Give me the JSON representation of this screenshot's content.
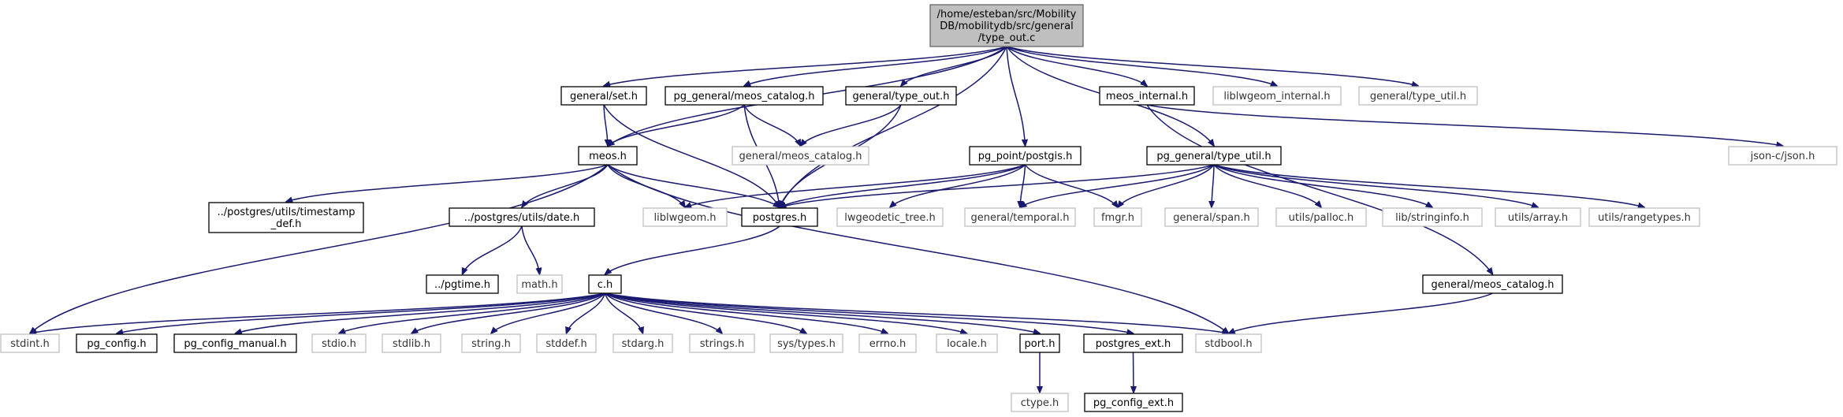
{
  "colors": {
    "edge": "#191970",
    "root_fill": "#bfbfbf",
    "documented_border": "#000000",
    "undocumented_border": "#bfbfbf",
    "background": "#ffffff"
  },
  "nodes": {
    "root": {
      "lines": [
        "/home/esteban/src/Mobility",
        "DB/mobilitydb/src/general",
        "/type_out.c"
      ],
      "kind": "root"
    },
    "general_set_h": {
      "lines": [
        "general/set.h"
      ],
      "kind": "documented"
    },
    "pg_general_meos_catalog_h": {
      "lines": [
        "pg_general/meos_catalog.h"
      ],
      "kind": "documented"
    },
    "general_type_out_h": {
      "lines": [
        "general/type_out.h"
      ],
      "kind": "documented"
    },
    "meos_internal_h": {
      "lines": [
        "meos_internal.h"
      ],
      "kind": "documented"
    },
    "liblwgeom_internal_h": {
      "lines": [
        "liblwgeom_internal.h"
      ],
      "kind": "undocumented"
    },
    "general_type_util_h": {
      "lines": [
        "general/type_util.h"
      ],
      "kind": "undocumented"
    },
    "meos_h": {
      "lines": [
        "meos.h"
      ],
      "kind": "documented"
    },
    "general_meos_catalog_h_a": {
      "lines": [
        "general/meos_catalog.h"
      ],
      "kind": "undocumented"
    },
    "pg_point_postgis_h": {
      "lines": [
        "pg_point/postgis.h"
      ],
      "kind": "documented"
    },
    "pg_general_type_util_h": {
      "lines": [
        "pg_general/type_util.h"
      ],
      "kind": "documented"
    },
    "json_h": {
      "lines": [
        "json-c/json.h"
      ],
      "kind": "undocumented"
    },
    "timestamp_def_h": {
      "lines": [
        "../postgres/utils/timestamp",
        "_def.h"
      ],
      "kind": "documented"
    },
    "date_h": {
      "lines": [
        "../postgres/utils/date.h"
      ],
      "kind": "documented"
    },
    "liblwgeom_h": {
      "lines": [
        "liblwgeom.h"
      ],
      "kind": "undocumented"
    },
    "postgres_h": {
      "lines": [
        "postgres.h"
      ],
      "kind": "documented"
    },
    "lwgeodetic_tree_h": {
      "lines": [
        "lwgeodetic_tree.h"
      ],
      "kind": "undocumented"
    },
    "general_temporal_h": {
      "lines": [
        "general/temporal.h"
      ],
      "kind": "undocumented"
    },
    "fmgr_h": {
      "lines": [
        "fmgr.h"
      ],
      "kind": "undocumented"
    },
    "general_span_h": {
      "lines": [
        "general/span.h"
      ],
      "kind": "undocumented"
    },
    "utils_palloc_h": {
      "lines": [
        "utils/palloc.h"
      ],
      "kind": "undocumented"
    },
    "lib_stringinfo_h": {
      "lines": [
        "lib/stringinfo.h"
      ],
      "kind": "undocumented"
    },
    "utils_array_h": {
      "lines": [
        "utils/array.h"
      ],
      "kind": "undocumented"
    },
    "utils_rangetypes_h": {
      "lines": [
        "utils/rangetypes.h"
      ],
      "kind": "undocumented"
    },
    "pgtime_h": {
      "lines": [
        "../pgtime.h"
      ],
      "kind": "documented"
    },
    "math_h": {
      "lines": [
        "math.h"
      ],
      "kind": "undocumented"
    },
    "c_h": {
      "lines": [
        "c.h"
      ],
      "kind": "documented"
    },
    "general_meos_catalog_h_b": {
      "lines": [
        "general/meos_catalog.h"
      ],
      "kind": "documented"
    },
    "stdint_h": {
      "lines": [
        "stdint.h"
      ],
      "kind": "undocumented"
    },
    "pg_config_h": {
      "lines": [
        "pg_config.h"
      ],
      "kind": "documented"
    },
    "pg_config_manual_h": {
      "lines": [
        "pg_config_manual.h"
      ],
      "kind": "documented"
    },
    "stdio_h": {
      "lines": [
        "stdio.h"
      ],
      "kind": "undocumented"
    },
    "stdlib_h": {
      "lines": [
        "stdlib.h"
      ],
      "kind": "undocumented"
    },
    "string_h": {
      "lines": [
        "string.h"
      ],
      "kind": "undocumented"
    },
    "stddef_h": {
      "lines": [
        "stddef.h"
      ],
      "kind": "undocumented"
    },
    "stdarg_h": {
      "lines": [
        "stdarg.h"
      ],
      "kind": "undocumented"
    },
    "strings_h": {
      "lines": [
        "strings.h"
      ],
      "kind": "undocumented"
    },
    "sys_types_h": {
      "lines": [
        "sys/types.h"
      ],
      "kind": "undocumented"
    },
    "errno_h": {
      "lines": [
        "errno.h"
      ],
      "kind": "undocumented"
    },
    "locale_h": {
      "lines": [
        "locale.h"
      ],
      "kind": "undocumented"
    },
    "port_h": {
      "lines": [
        "port.h"
      ],
      "kind": "documented"
    },
    "postgres_ext_h": {
      "lines": [
        "postgres_ext.h"
      ],
      "kind": "documented"
    },
    "stdbool_h": {
      "lines": [
        "stdbool.h"
      ],
      "kind": "undocumented"
    },
    "ctype_h": {
      "lines": [
        "ctype.h"
      ],
      "kind": "undocumented"
    },
    "pg_config_ext_h": {
      "lines": [
        "pg_config_ext.h"
      ],
      "kind": "documented"
    }
  },
  "edges": [
    [
      "root",
      "meos_h"
    ],
    [
      "root",
      "general_set_h"
    ],
    [
      "root",
      "pg_general_meos_catalog_h"
    ],
    [
      "root",
      "general_type_out_h"
    ],
    [
      "root",
      "postgres_h"
    ],
    [
      "root",
      "pg_point_postgis_h"
    ],
    [
      "root",
      "pg_general_type_util_h"
    ],
    [
      "root",
      "meos_internal_h"
    ],
    [
      "root",
      "liblwgeom_internal_h"
    ],
    [
      "root",
      "general_type_util_h"
    ],
    [
      "general_set_h",
      "meos_h"
    ],
    [
      "general_set_h",
      "postgres_h"
    ],
    [
      "pg_general_meos_catalog_h",
      "meos_h"
    ],
    [
      "pg_general_meos_catalog_h",
      "general_meos_catalog_h_a"
    ],
    [
      "pg_general_meos_catalog_h",
      "postgres_h"
    ],
    [
      "general_type_out_h",
      "general_meos_catalog_h_a"
    ],
    [
      "general_type_out_h",
      "postgres_h"
    ],
    [
      "meos_internal_h",
      "json_h"
    ],
    [
      "meos_internal_h",
      "general_meos_catalog_h_b"
    ],
    [
      "meos_h",
      "timestamp_def_h"
    ],
    [
      "meos_h",
      "date_h"
    ],
    [
      "meos_h",
      "liblwgeom_h"
    ],
    [
      "meos_h",
      "postgres_h"
    ],
    [
      "meos_h",
      "stdint_h"
    ],
    [
      "meos_h",
      "stdbool_h"
    ],
    [
      "pg_point_postgis_h",
      "liblwgeom_h"
    ],
    [
      "pg_point_postgis_h",
      "postgres_h"
    ],
    [
      "pg_point_postgis_h",
      "lwgeodetic_tree_h"
    ],
    [
      "pg_point_postgis_h",
      "general_temporal_h"
    ],
    [
      "pg_point_postgis_h",
      "fmgr_h"
    ],
    [
      "pg_general_type_util_h",
      "postgres_h"
    ],
    [
      "pg_general_type_util_h",
      "general_temporal_h"
    ],
    [
      "pg_general_type_util_h",
      "fmgr_h"
    ],
    [
      "pg_general_type_util_h",
      "general_span_h"
    ],
    [
      "pg_general_type_util_h",
      "utils_palloc_h"
    ],
    [
      "pg_general_type_util_h",
      "lib_stringinfo_h"
    ],
    [
      "pg_general_type_util_h",
      "utils_array_h"
    ],
    [
      "pg_general_type_util_h",
      "utils_rangetypes_h"
    ],
    [
      "date_h",
      "pgtime_h"
    ],
    [
      "date_h",
      "math_h"
    ],
    [
      "postgres_h",
      "c_h"
    ],
    [
      "general_meos_catalog_h_b",
      "stdbool_h"
    ],
    [
      "c_h",
      "stdint_h"
    ],
    [
      "c_h",
      "pg_config_h"
    ],
    [
      "c_h",
      "pg_config_manual_h"
    ],
    [
      "c_h",
      "stdio_h"
    ],
    [
      "c_h",
      "stdlib_h"
    ],
    [
      "c_h",
      "string_h"
    ],
    [
      "c_h",
      "stddef_h"
    ],
    [
      "c_h",
      "stdarg_h"
    ],
    [
      "c_h",
      "strings_h"
    ],
    [
      "c_h",
      "sys_types_h"
    ],
    [
      "c_h",
      "errno_h"
    ],
    [
      "c_h",
      "locale_h"
    ],
    [
      "c_h",
      "port_h"
    ],
    [
      "c_h",
      "postgres_ext_h"
    ],
    [
      "c_h",
      "stdbool_h"
    ],
    [
      "port_h",
      "ctype_h"
    ],
    [
      "postgres_ext_h",
      "pg_config_ext_h"
    ]
  ]
}
